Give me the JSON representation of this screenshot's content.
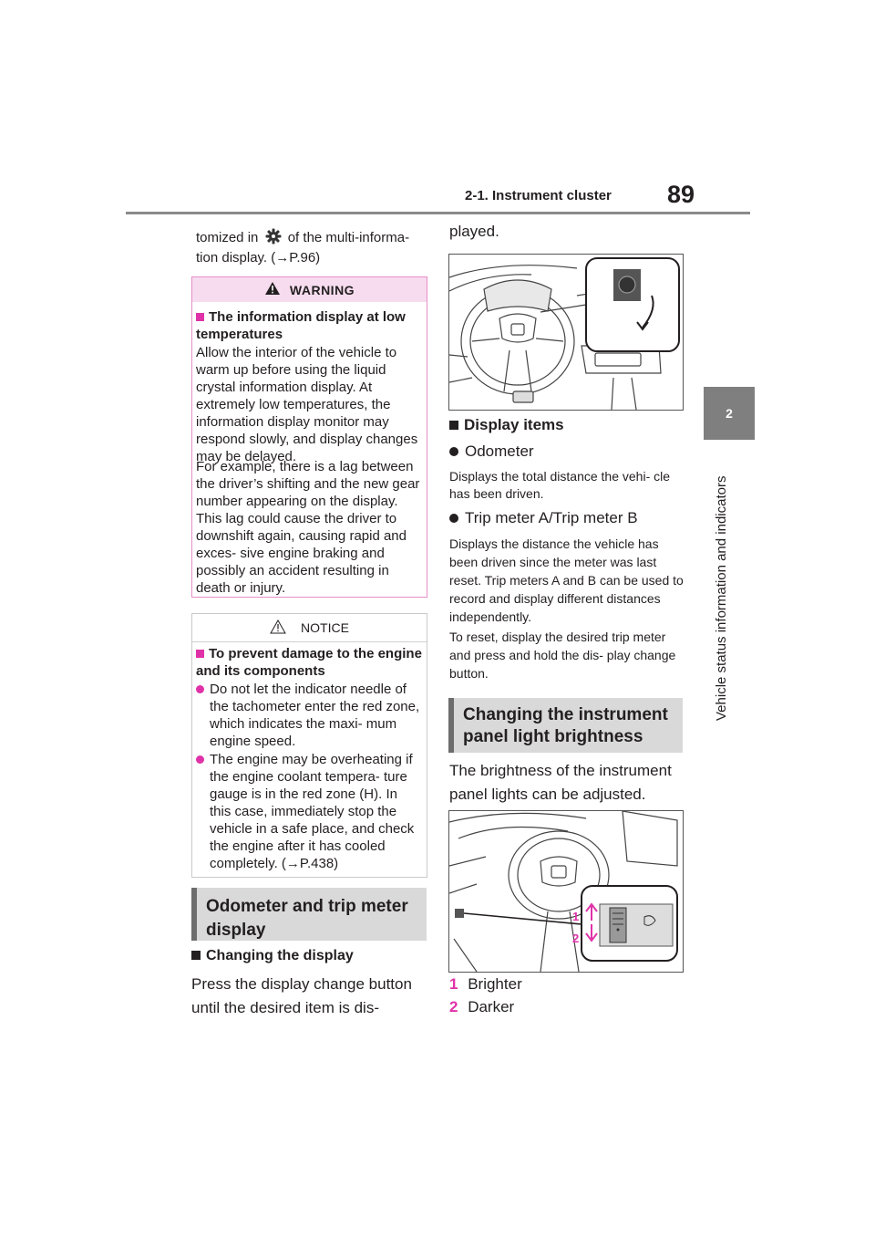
{
  "header": {
    "section": "2-1. Instrument cluster",
    "page": "89"
  },
  "side_tab": {
    "number": "2",
    "title": "Vehicle status information and indicators"
  },
  "left_col": {
    "intro_before": "tomized in",
    "intro_after": "of the multi-informa-",
    "intro_line2": "tion display. (→P.96)",
    "warning": {
      "title": "WARNING",
      "item_title": "The information display at low temperatures",
      "para1": "Allow the interior of the vehicle to warm up before using the liquid crystal information display. At extremely low temperatures, the information display monitor may respond slowly, and display changes may be delayed.",
      "para2": "For example, there is a lag between the driver’s shifting and the new gear number appearing on the display. This lag could cause the driver to downshift again, causing rapid and exces- sive engine braking and possibly an accident resulting in death or injury."
    },
    "notice": {
      "title": "NOTICE",
      "item_title": "To prevent damage to the engine and its components",
      "bullet1": "Do not let the indicator needle of the tachometer enter the red zone, which indicates the maxi- mum engine speed.",
      "bullet2": "The engine may be overheating if the engine coolant tempera- ture gauge is in the red zone (H). In this case, immediately stop the vehicle in a safe place, and check the engine after it has cooled completely. (→P.438)"
    },
    "section_heading": "Odometer and trip meter display",
    "sub_heading": "Changing the display",
    "para": "Press the display change button until the desired item is dis-"
  },
  "right_col": {
    "para_cont": "played.",
    "sub_heading": "Display items",
    "item1_title": "Odometer",
    "item1_desc": "Displays the total distance the vehi- cle has been driven.",
    "item2_title": "Trip meter A/Trip meter B",
    "item2_desc": "Displays the distance the vehicle has been driven since the meter was last reset. Trip meters A and B can be used to record and display different distances independently.",
    "item2_reset": "To reset, display the desired trip meter and press and hold the dis- play change button.",
    "section_heading": "Changing the instrument panel light brightness",
    "para": "The brightness of the instrument panel lights can be adjusted.",
    "fig_label_1": "1",
    "fig_label_2": "2",
    "legend": [
      {
        "num": "1",
        "label": "Brighter"
      },
      {
        "num": "2",
        "label": "Darker"
      }
    ]
  },
  "colors": {
    "accent": "#e032a8",
    "warning_bg": "#f7dcef",
    "heading_bg": "#d9d9d9"
  }
}
